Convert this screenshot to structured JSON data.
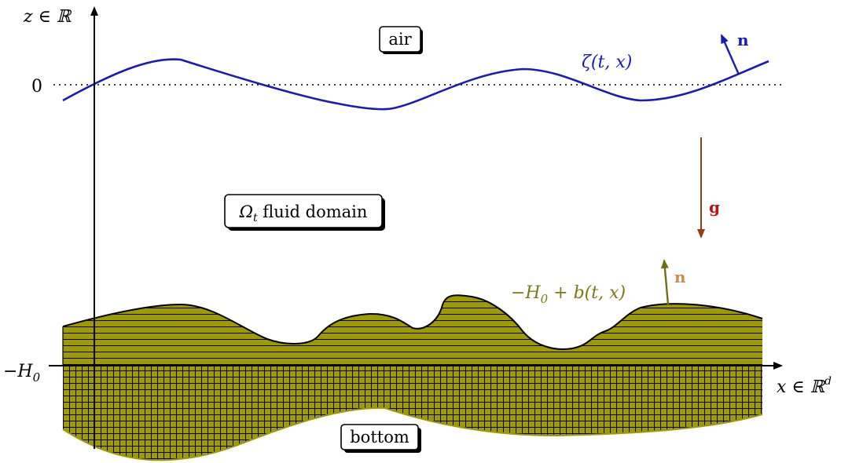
{
  "labels": {
    "z_axis": "z ∈ ℝ",
    "x_axis_main": "x ∈ ℝ",
    "x_axis_sup": "d",
    "zero": "0",
    "minus_h0_main": "−H",
    "minus_h0_sub": "0",
    "air": "air",
    "fluid_omega": "Ω",
    "fluid_sub": "t",
    "fluid_text": " fluid domain",
    "bottom": "bottom",
    "zeta": "ζ(t, x)",
    "normal_top": "n",
    "normal_bottom": "n",
    "gravity": "g",
    "bottom_eq_a": "−H",
    "bottom_eq_sub": "0",
    "bottom_eq_b": " + b(t, x)"
  },
  "colors": {
    "surface": "#1a1ab8",
    "bottom_fill": "#9e9a00",
    "bottom_label": "#7a7a10",
    "normal_bottom_arrow": "#6f6f10",
    "normal_bottom_label": "#c98b4e",
    "gravity": "#9c3a12",
    "gravity_label": "#c01010"
  },
  "icons": {
    "normal_top": "arrow-icon",
    "normal_bottom": "arrow-icon",
    "gravity": "arrow-down-icon"
  }
}
